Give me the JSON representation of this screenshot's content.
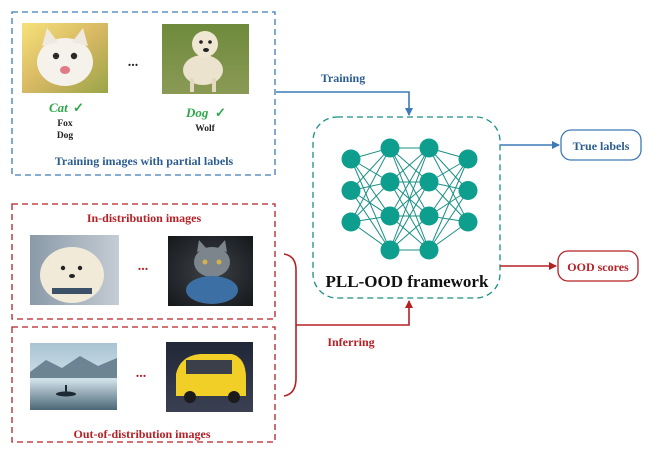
{
  "colors": {
    "blue": "#3d7ab8",
    "red": "#b52025",
    "teal": "#1a8f84",
    "node": "#0e9e8e",
    "green": "#2ea84a",
    "text_dark": "#222222"
  },
  "training_panel": {
    "caption": "Training images with partial labels",
    "ellipsis": "...",
    "cat": {
      "label": "Cat",
      "check": "✓",
      "candidates": [
        "Fox",
        "Dog"
      ]
    },
    "dog": {
      "label": "Dog",
      "check": "✓",
      "candidates": [
        "Wolf"
      ]
    }
  },
  "in_dist_panel": {
    "title": "In-distribution images",
    "ellipsis": "..."
  },
  "ood_panel": {
    "title": "Out-of-distribution images",
    "ellipsis": "..."
  },
  "framework": {
    "title": "PLL-OOD framework",
    "layers": [
      3,
      4,
      4,
      3
    ]
  },
  "edges": {
    "training": "Training",
    "inferring": "Inferring"
  },
  "outputs": {
    "true_labels": "True labels",
    "ood_scores": "OOD scores"
  },
  "icons": [
    "kitten-photo",
    "dog-photo",
    "pomeranian-photo",
    "gray-cat-photo",
    "lake-boat-photo",
    "yellow-car-photo"
  ]
}
